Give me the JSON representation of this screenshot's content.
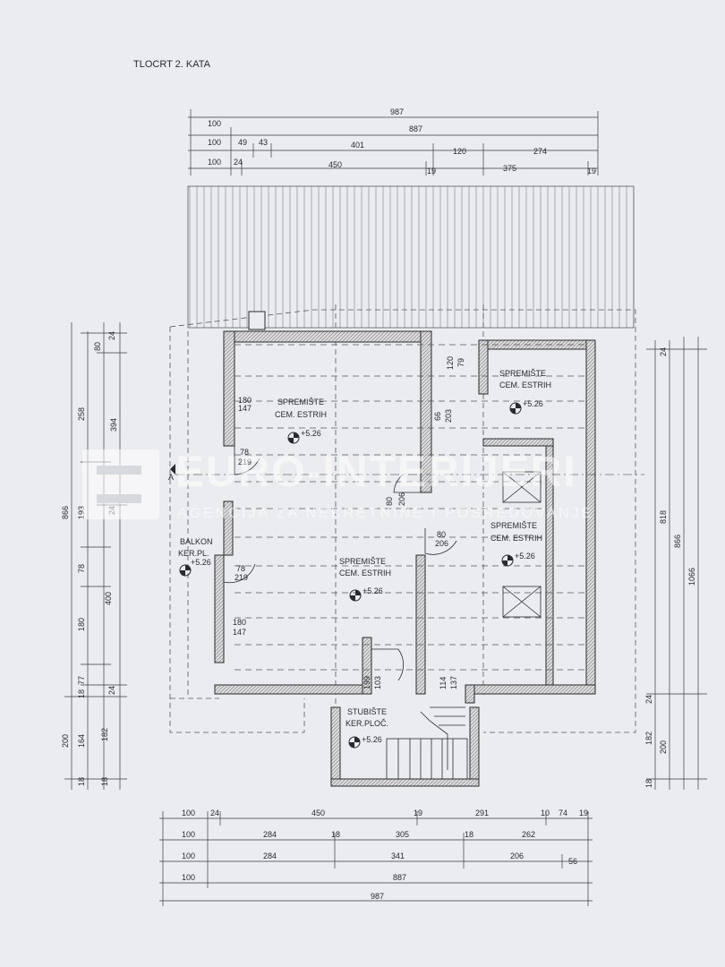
{
  "title": "TLOCRT 2. KATA",
  "watermark": {
    "brand": "EURO-INTERIJERI",
    "tagline": "AGENCIJA ZA NEKRETNINE I POSREDOVANJE"
  },
  "colors": {
    "paper": "#ebecef",
    "ink": "#2a2a2e",
    "watermark": "#ffffff"
  },
  "dimensions": {
    "top": {
      "row1": [
        "987"
      ],
      "row2": [
        "100",
        "887"
      ],
      "row3": [
        "100",
        "49",
        "43",
        "401",
        "120",
        "274"
      ],
      "row4": [
        "100",
        "24",
        "450",
        "19",
        "375",
        "19"
      ]
    },
    "bottom": {
      "row1": [
        "100",
        "24",
        "450",
        "19",
        "291",
        "10",
        "74",
        "19"
      ],
      "row2": [
        "100",
        "284",
        "18",
        "305",
        "18",
        "262"
      ],
      "row3": [
        "100",
        "284",
        "341",
        "206",
        "56"
      ],
      "row4": [
        "100",
        "887"
      ],
      "row5": [
        "987"
      ]
    },
    "left": {
      "outer": [
        "866",
        "200"
      ],
      "mid": [
        "258",
        "193",
        "78",
        "180",
        "77",
        "164",
        "18"
      ],
      "inner": [
        "80",
        "24",
        "394",
        "24",
        "400",
        "24",
        "182",
        "18"
      ],
      "small": [
        "18"
      ]
    },
    "right": {
      "c1": [
        "24",
        "24",
        "18"
      ],
      "c2": [
        "818",
        "182"
      ],
      "c3": [
        "866",
        "200"
      ],
      "c4": [
        "1066"
      ]
    },
    "openings": [
      "180",
      "147",
      "78",
      "219",
      "80",
      "206",
      "80",
      "206",
      "78",
      "219",
      "180",
      "147",
      "120",
      "79",
      "66",
      "203",
      "199",
      "103",
      "114",
      "137"
    ]
  },
  "rooms": [
    {
      "name": "SPREMIŠTE",
      "finish": "CEM. ESTRIH",
      "level": "+5.26"
    },
    {
      "name": "SPREMIŠTE",
      "finish": "CEM. ESTRIH",
      "level": "+5.26"
    },
    {
      "name": "SPREMIŠTE",
      "finish": "CEM. ESTRIH",
      "level": "+5.26"
    },
    {
      "name": "SPREMIŠTE",
      "finish": "CEM. ESTRIH",
      "level": "+5.26"
    },
    {
      "name": "BALKON",
      "finish": "KER.PL.",
      "level": "+5.26"
    },
    {
      "name": "STUBIŠTE",
      "finish": "KER.PLOČ.",
      "level": "+5.26"
    }
  ],
  "section_marker": "A"
}
